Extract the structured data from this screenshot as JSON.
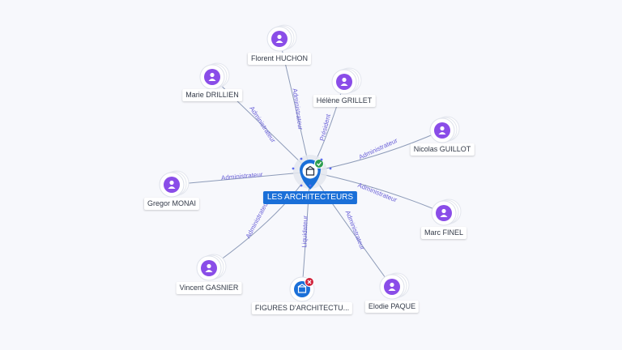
{
  "center": {
    "label": "LES ARCHITECTEURS",
    "icon": "building-icon",
    "badge": "check-badge",
    "color": "#1a6fd8",
    "badge_color": "#2e9e4f"
  },
  "people": [
    {
      "id": "florent",
      "label": "Florent HUCHON",
      "role": "Administrateur",
      "icon": "person-icon"
    },
    {
      "id": "helene",
      "label": "Hélène GRILLET",
      "role": "Président",
      "icon": "person-icon"
    },
    {
      "id": "marie",
      "label": "Marie DRILLIEN",
      "role": "Administrateur",
      "icon": "person-icon"
    },
    {
      "id": "nicolas",
      "label": "Nicolas GUILLOT",
      "role": "Administrateur",
      "icon": "person-icon"
    },
    {
      "id": "gregor",
      "label": "Gregor MONAI",
      "role": "Administrateur",
      "icon": "person-icon"
    },
    {
      "id": "marc",
      "label": "Marc FINEL",
      "role": "Administrateur",
      "icon": "person-icon"
    },
    {
      "id": "vincent",
      "label": "Vincent GASNIER",
      "role": "Administrateur",
      "icon": "person-icon"
    },
    {
      "id": "elodie",
      "label": "Elodie PAQUE",
      "role": "Administrateur",
      "icon": "person-icon"
    }
  ],
  "companies": [
    {
      "id": "figures",
      "label": "FIGURES D'ARCHITECTU...",
      "role": "Liquidateur",
      "icon": "building-icon",
      "badge": "closed-badge",
      "badge_color": "#d0243c"
    }
  ],
  "colors": {
    "person": "#8a4de8",
    "company": "#1a6fd8",
    "edge": "#8d9bb8",
    "role_text": "#6b62d8"
  }
}
